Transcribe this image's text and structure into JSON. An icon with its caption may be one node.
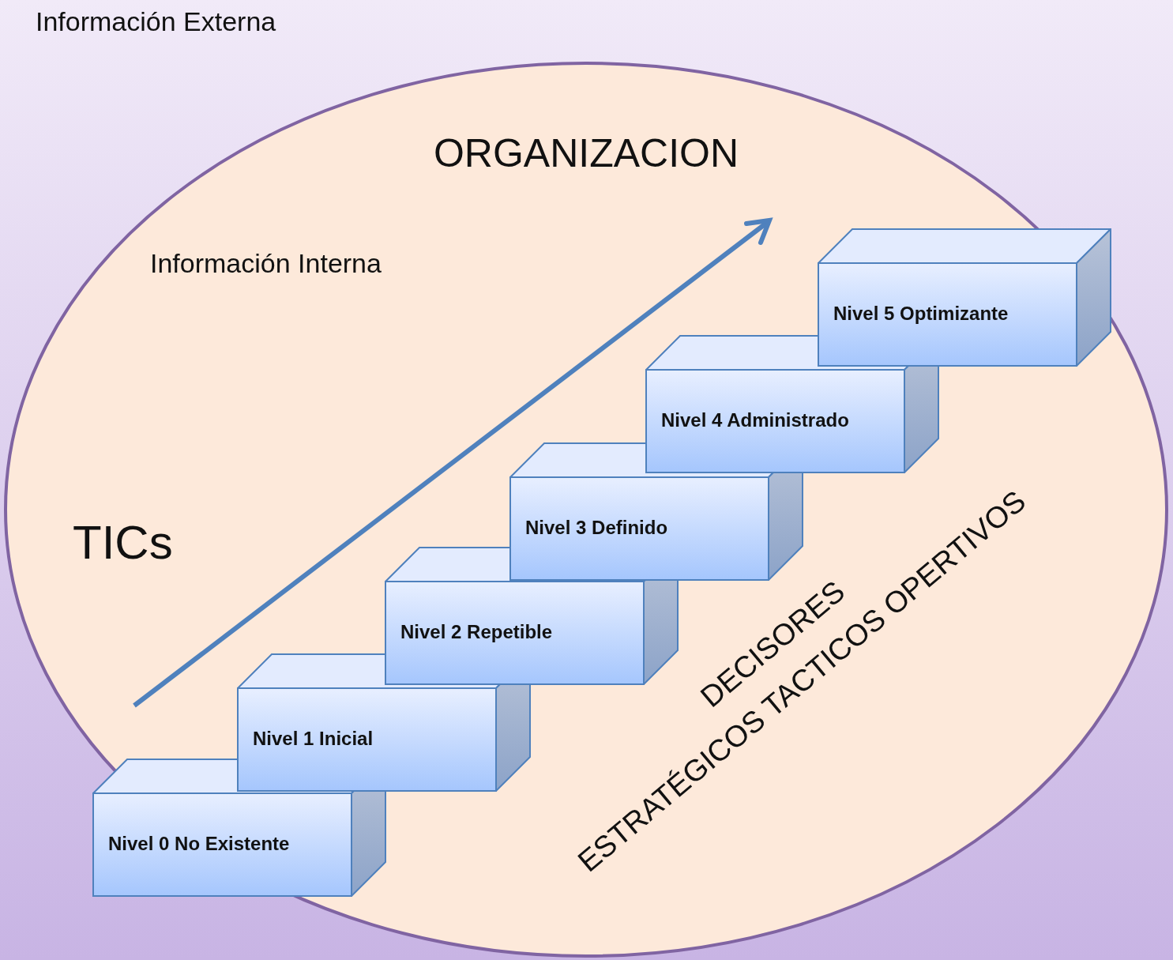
{
  "diagram": {
    "nodes": [
      {
        "text": [
          "ORGANIZACION"
        ]
      },
      {
        "text": [
          "Nivel 0 No Existente"
        ],
        "in": 0
      },
      {
        "text": [
          "Nivel 1 Inicial"
        ],
        "in": 0
      },
      {
        "text": [
          "Nivel 2 Repetible"
        ],
        "in": 0
      },
      {
        "text": [
          "Nivel 3 Definido"
        ],
        "in": 0
      },
      {
        "text": [
          "Nivel 4 Administrado"
        ],
        "in": 0
      },
      {
        "text": [
          "Nivel 5 Optimizante"
        ],
        "in": 0
      }
    ],
    "labels": [
      "Información Externa",
      "Información Interna",
      "TICs",
      "DECISORES",
      "ESTRATÉGICOS TACTICOS OPERTIVOS"
    ]
  }
}
